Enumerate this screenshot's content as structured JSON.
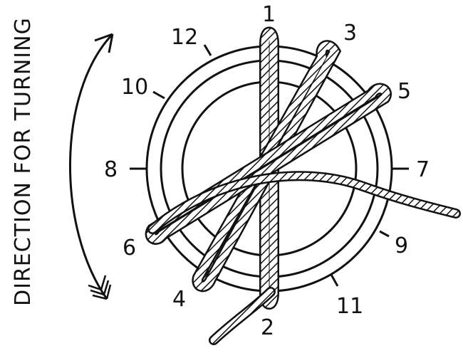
{
  "side_label": "DIRECTION FOR TURNING",
  "labels": {
    "n1": "1",
    "n2": "2",
    "n3": "3",
    "n4": "4",
    "n5": "5",
    "n6": "6",
    "n7": "7",
    "n8": "8",
    "n9": "9",
    "n10": "10",
    "n11": "11",
    "n12": "12"
  },
  "colors": {
    "ink": "#111111",
    "paper": "#ffffff"
  }
}
